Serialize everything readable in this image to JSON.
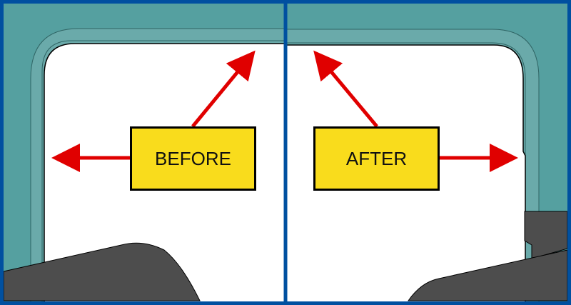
{
  "diagram": {
    "type": "before-after comparison",
    "colors": {
      "border": "#0050a0",
      "outer_frame": "#55a0a0",
      "inner_frame": "#6aaaaa",
      "frame_line": "#2f6464",
      "window": "#ffffff",
      "dark_part": "#4d4d4d",
      "arrow": "#e00000",
      "label_fill": "#f9dc1c"
    },
    "panels": [
      {
        "id": "before",
        "label": "BEFORE",
        "arrows": [
          "left",
          "up-right"
        ]
      },
      {
        "id": "after",
        "label": "AFTER",
        "arrows": [
          "up-left",
          "right"
        ]
      }
    ]
  }
}
